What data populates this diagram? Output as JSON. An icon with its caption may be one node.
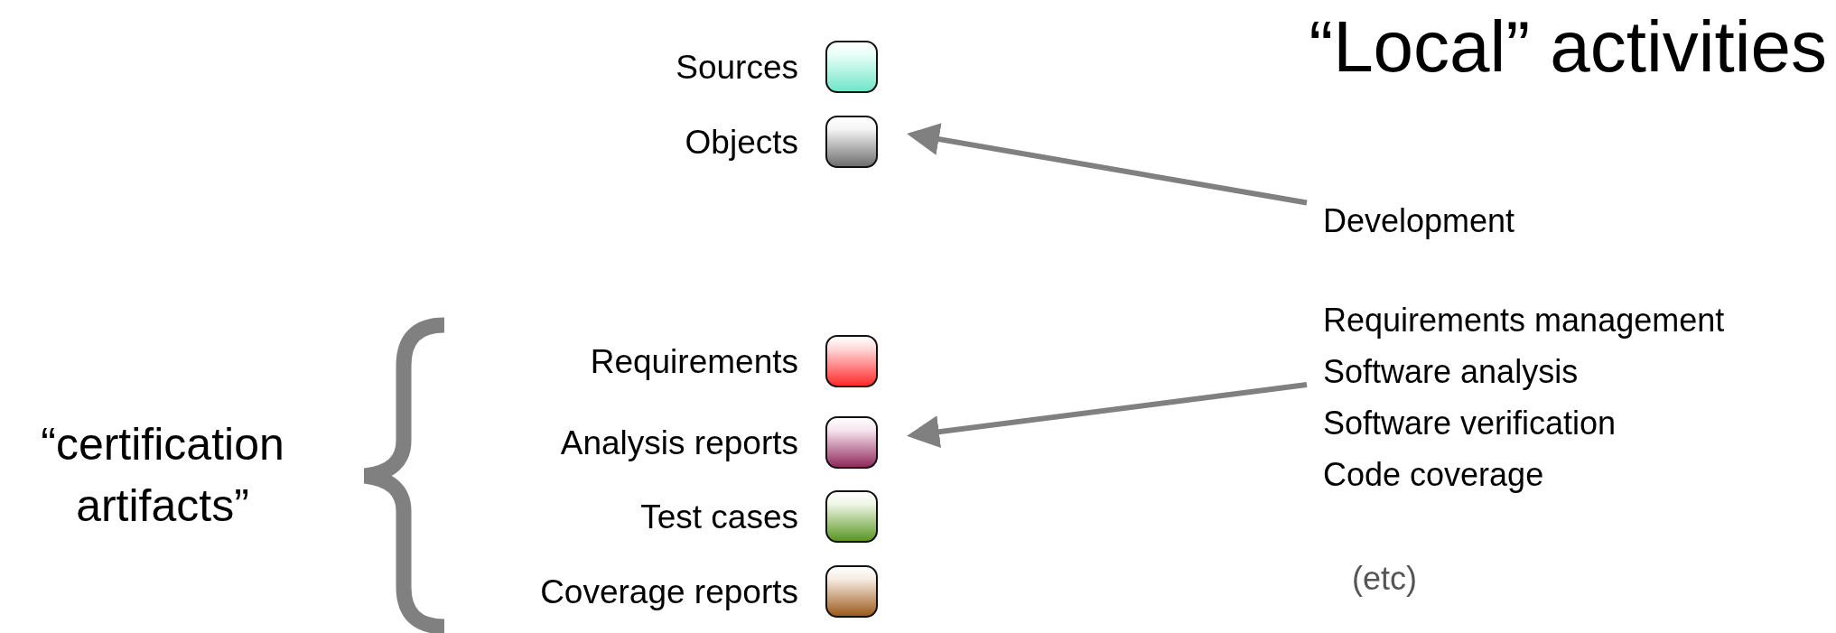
{
  "diagram": {
    "title": "“Local” activities",
    "nodes": [
      {
        "text": [],
        "shape": "box",
        "beside": [
          "Sources"
        ]
      },
      {
        "text": [],
        "shape": "box",
        "beside": [
          "Objects"
        ]
      },
      {
        "text": [],
        "shape": "box",
        "beside": [
          "Requirements"
        ]
      },
      {
        "text": [],
        "shape": "box",
        "beside": [
          "Analysis reports"
        ]
      },
      {
        "text": [],
        "shape": "box",
        "beside": [
          "Test cases"
        ]
      },
      {
        "text": [],
        "shape": "box",
        "beside": [
          "Coverage reports"
        ]
      },
      {
        "text": [
          "Development"
        ]
      },
      {
        "text": [
          "Requirements management",
          "Software analysis",
          "Software verification",
          "Code coverage"
        ]
      }
    ],
    "edges": [
      {
        "from": 6,
        "to": 1,
        "arrow": "to"
      },
      {
        "from": 7,
        "to": 3,
        "arrow": "to"
      }
    ],
    "labels": [
      "“certification artifacts”",
      "(etc)"
    ]
  }
}
